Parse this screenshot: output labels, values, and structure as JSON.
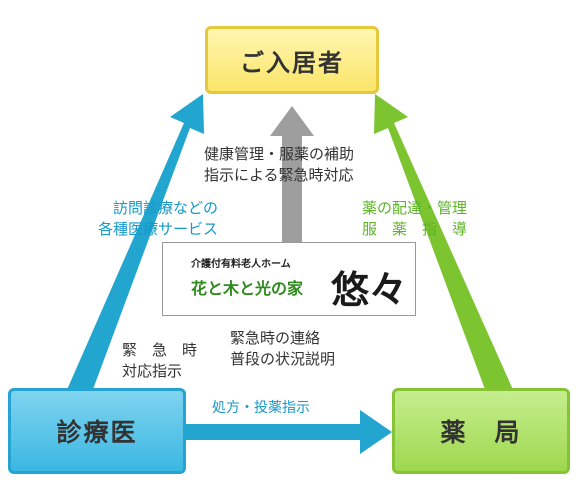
{
  "nodes": {
    "resident": "ご入居者",
    "clinic": "診療医",
    "pharmacy": "薬　局"
  },
  "facility": {
    "subtitle": "介護付有料老人ホーム",
    "name": "花と木と光の家",
    "logo": "悠々"
  },
  "labels": {
    "health_line1": "健康管理・服薬の補助",
    "health_line2": "指示による緊急時対応",
    "visit_line1": "訪問診療などの",
    "visit_line2": "各種医療サービス",
    "delivery_line1": "薬の配達・管理",
    "delivery_line2": "服　薬　指　導",
    "emergency_line1": "緊　急　時",
    "emergency_line2": "対応指示",
    "contact_line1": "緊急時の連絡",
    "contact_line2": "普段の状況説明",
    "prescription": "処方・投薬指示"
  },
  "colors": {
    "resident_fill": "#fbe56a",
    "clinic_fill": "#3bb7e2",
    "pharmacy_fill": "#9ed84e",
    "gray_arrow": "#9e9e9e",
    "blue_arrow": "#22a6cf",
    "green_arrow": "#7cc430",
    "facility_green": "#2e8a1c"
  }
}
